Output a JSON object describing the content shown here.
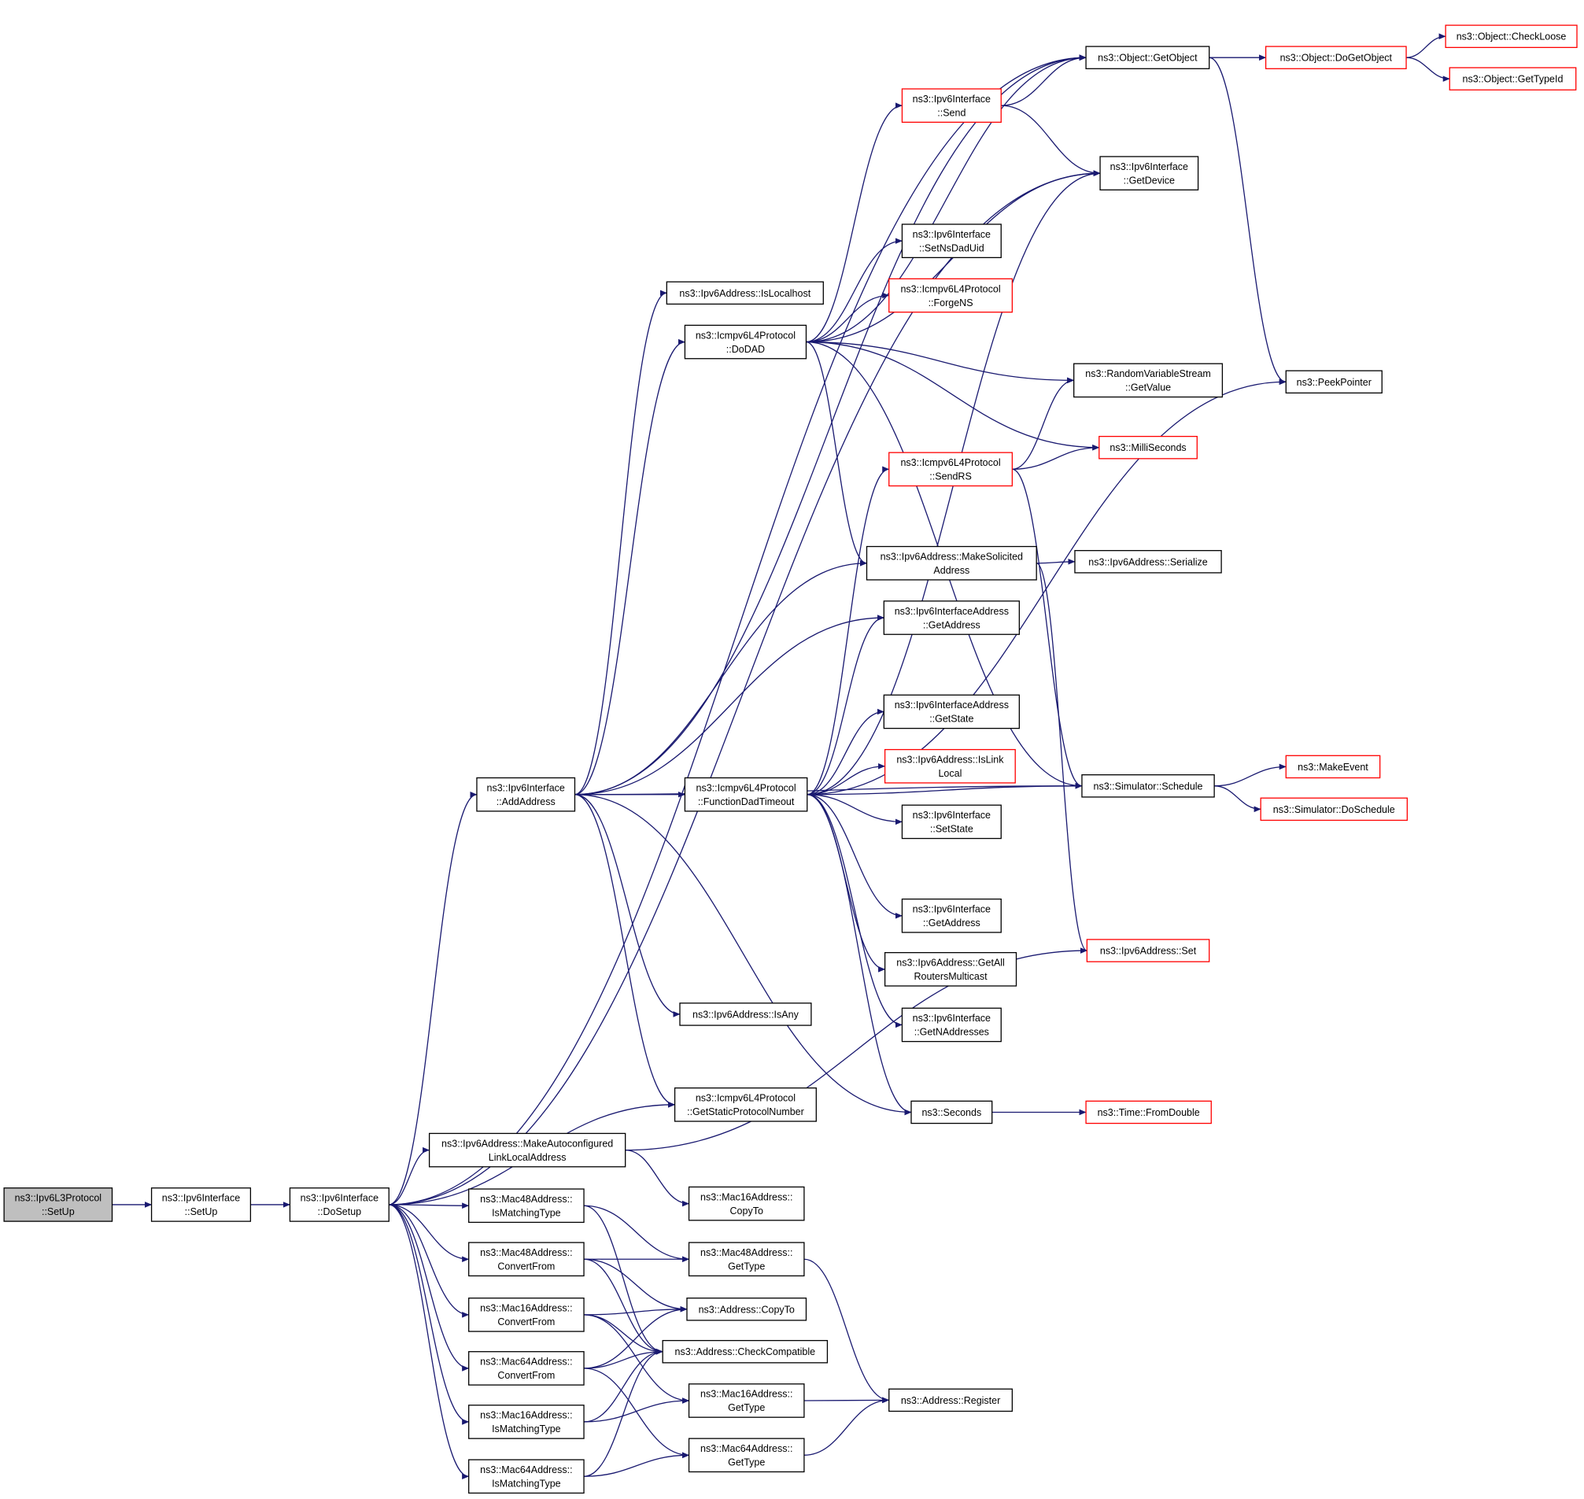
{
  "colors": {
    "edge": "#191970",
    "border_normal": "#000000",
    "border_truncated": "#ff0000",
    "fill_root": "#bfbfbf",
    "fill_normal": "#ffffff"
  },
  "nodes": [
    {
      "id": "l3setup",
      "lines": [
        "ns3::Ipv6L3Protocol",
        "::SetUp"
      ],
      "kind": "root"
    },
    {
      "id": "setup",
      "lines": [
        "ns3::Ipv6Interface",
        "::SetUp"
      ],
      "kind": "normal"
    },
    {
      "id": "dosetup",
      "lines": [
        "ns3::Ipv6Interface",
        "::DoSetup"
      ],
      "kind": "normal"
    },
    {
      "id": "addaddress",
      "lines": [
        "ns3::Ipv6Interface",
        "::AddAddress"
      ],
      "kind": "normal"
    },
    {
      "id": "islocalhost",
      "lines": [
        "ns3::Ipv6Address::IsLocalhost"
      ],
      "kind": "normal"
    },
    {
      "id": "dodad",
      "lines": [
        "ns3::Icmpv6L4Protocol",
        "::DoDAD"
      ],
      "kind": "normal"
    },
    {
      "id": "getobject",
      "lines": [
        "ns3::Object::GetObject"
      ],
      "kind": "normal"
    },
    {
      "id": "dogetobject",
      "lines": [
        "ns3::Object::DoGetObject"
      ],
      "kind": "truncated"
    },
    {
      "id": "checkloose",
      "lines": [
        "ns3::Object::CheckLoose"
      ],
      "kind": "truncated"
    },
    {
      "id": "gettypeid",
      "lines": [
        "ns3::Object::GetTypeId"
      ],
      "kind": "truncated"
    },
    {
      "id": "send",
      "lines": [
        "ns3::Ipv6Interface",
        "::Send"
      ],
      "kind": "truncated"
    },
    {
      "id": "getdevice",
      "lines": [
        "ns3::Ipv6Interface",
        "::GetDevice"
      ],
      "kind": "normal"
    },
    {
      "id": "setnsdaduid",
      "lines": [
        "ns3::Ipv6Interface",
        "::SetNsDadUid"
      ],
      "kind": "normal"
    },
    {
      "id": "forgens",
      "lines": [
        "ns3::Icmpv6L4Protocol",
        "::ForgeNS"
      ],
      "kind": "truncated"
    },
    {
      "id": "rvsgetvalue",
      "lines": [
        "ns3::RandomVariableStream",
        "::GetValue"
      ],
      "kind": "normal"
    },
    {
      "id": "peekpointer",
      "lines": [
        "ns3::PeekPointer"
      ],
      "kind": "normal"
    },
    {
      "id": "milliseconds",
      "lines": [
        "ns3::MilliSeconds"
      ],
      "kind": "truncated"
    },
    {
      "id": "sendrs",
      "lines": [
        "ns3::Icmpv6L4Protocol",
        "::SendRS"
      ],
      "kind": "truncated"
    },
    {
      "id": "makesolicited",
      "lines": [
        "ns3::Ipv6Address::MakeSolicited",
        "Address"
      ],
      "kind": "normal"
    },
    {
      "id": "serialize",
      "lines": [
        "ns3::Ipv6Address::Serialize"
      ],
      "kind": "normal"
    },
    {
      "id": "iaaddrgetaddress",
      "lines": [
        "ns3::Ipv6InterfaceAddress",
        "::GetAddress"
      ],
      "kind": "normal"
    },
    {
      "id": "iaaddrgetstate",
      "lines": [
        "ns3::Ipv6InterfaceAddress",
        "::GetState"
      ],
      "kind": "normal"
    },
    {
      "id": "islinklocal",
      "lines": [
        "ns3::Ipv6Address::IsLink",
        "Local"
      ],
      "kind": "truncated"
    },
    {
      "id": "fdadtimeout",
      "lines": [
        "ns3::Icmpv6L4Protocol",
        "::FunctionDadTimeout"
      ],
      "kind": "normal"
    },
    {
      "id": "schedule",
      "lines": [
        "ns3::Simulator::Schedule"
      ],
      "kind": "normal"
    },
    {
      "id": "makeevent",
      "lines": [
        "ns3::MakeEvent"
      ],
      "kind": "truncated"
    },
    {
      "id": "doschedule",
      "lines": [
        "ns3::Simulator::DoSchedule"
      ],
      "kind": "truncated"
    },
    {
      "id": "setstate",
      "lines": [
        "ns3::Ipv6Interface",
        "::SetState"
      ],
      "kind": "normal"
    },
    {
      "id": "ifgetaddress",
      "lines": [
        "ns3::Ipv6Interface",
        "::GetAddress"
      ],
      "kind": "normal"
    },
    {
      "id": "getallrouters",
      "lines": [
        "ns3::Ipv6Address::GetAll",
        "RoutersMulticast"
      ],
      "kind": "normal"
    },
    {
      "id": "ipv6set",
      "lines": [
        "ns3::Ipv6Address::Set"
      ],
      "kind": "truncated"
    },
    {
      "id": "isany",
      "lines": [
        "ns3::Ipv6Address::IsAny"
      ],
      "kind": "normal"
    },
    {
      "id": "getnaddresses",
      "lines": [
        "ns3::Ipv6Interface",
        "::GetNAddresses"
      ],
      "kind": "normal"
    },
    {
      "id": "getstaticproto",
      "lines": [
        "ns3::Icmpv6L4Protocol",
        "::GetStaticProtocolNumber"
      ],
      "kind": "normal"
    },
    {
      "id": "seconds",
      "lines": [
        "ns3::Seconds"
      ],
      "kind": "normal"
    },
    {
      "id": "fromdouble",
      "lines": [
        "ns3::Time::FromDouble"
      ],
      "kind": "truncated"
    },
    {
      "id": "makeautoll",
      "lines": [
        "ns3::Ipv6Address::MakeAutoconfigured",
        "LinkLocalAddress"
      ],
      "kind": "normal"
    },
    {
      "id": "m16copyto",
      "lines": [
        "ns3::Mac16Address::",
        "CopyTo"
      ],
      "kind": "normal"
    },
    {
      "id": "m48ismatching",
      "lines": [
        "ns3::Mac48Address::",
        "IsMatchingType"
      ],
      "kind": "normal"
    },
    {
      "id": "m48gettype",
      "lines": [
        "ns3::Mac48Address::",
        "GetType"
      ],
      "kind": "normal"
    },
    {
      "id": "m48convert",
      "lines": [
        "ns3::Mac48Address::",
        "ConvertFrom"
      ],
      "kind": "normal"
    },
    {
      "id": "addrcopyto",
      "lines": [
        "ns3::Address::CopyTo"
      ],
      "kind": "normal"
    },
    {
      "id": "m16convert",
      "lines": [
        "ns3::Mac16Address::",
        "ConvertFrom"
      ],
      "kind": "normal"
    },
    {
      "id": "checkcompat",
      "lines": [
        "ns3::Address::CheckCompatible"
      ],
      "kind": "normal"
    },
    {
      "id": "m64convert",
      "lines": [
        "ns3::Mac64Address::",
        "ConvertFrom"
      ],
      "kind": "normal"
    },
    {
      "id": "m16gettype",
      "lines": [
        "ns3::Mac16Address::",
        "GetType"
      ],
      "kind": "normal"
    },
    {
      "id": "register",
      "lines": [
        "ns3::Address::Register"
      ],
      "kind": "normal"
    },
    {
      "id": "m16ismatching",
      "lines": [
        "ns3::Mac16Address::",
        "IsMatchingType"
      ],
      "kind": "normal"
    },
    {
      "id": "m64gettype",
      "lines": [
        "ns3::Mac64Address::",
        "GetType"
      ],
      "kind": "normal"
    },
    {
      "id": "m64ismatching",
      "lines": [
        "ns3::Mac64Address::",
        "IsMatchingType"
      ],
      "kind": "normal"
    }
  ],
  "edges": [
    [
      "l3setup",
      "setup"
    ],
    [
      "setup",
      "dosetup"
    ],
    [
      "dosetup",
      "addaddress"
    ],
    [
      "dosetup",
      "getobject"
    ],
    [
      "dosetup",
      "getdevice"
    ],
    [
      "dosetup",
      "getstaticproto"
    ],
    [
      "dosetup",
      "makeautoll"
    ],
    [
      "dosetup",
      "m48ismatching"
    ],
    [
      "dosetup",
      "m48convert"
    ],
    [
      "dosetup",
      "m16convert"
    ],
    [
      "dosetup",
      "m64convert"
    ],
    [
      "dosetup",
      "m16ismatching"
    ],
    [
      "dosetup",
      "m64ismatching"
    ],
    [
      "addaddress",
      "getobject"
    ],
    [
      "addaddress",
      "islocalhost"
    ],
    [
      "addaddress",
      "dodad"
    ],
    [
      "addaddress",
      "makesolicited"
    ],
    [
      "addaddress",
      "iaaddrgetaddress"
    ],
    [
      "addaddress",
      "fdadtimeout"
    ],
    [
      "addaddress",
      "schedule"
    ],
    [
      "addaddress",
      "isany"
    ],
    [
      "addaddress",
      "getstaticproto"
    ],
    [
      "addaddress",
      "seconds"
    ],
    [
      "dodad",
      "getobject"
    ],
    [
      "dodad",
      "send"
    ],
    [
      "dodad",
      "getdevice"
    ],
    [
      "dodad",
      "setnsdaduid"
    ],
    [
      "dodad",
      "forgens"
    ],
    [
      "dodad",
      "rvsgetvalue"
    ],
    [
      "dodad",
      "milliseconds"
    ],
    [
      "dodad",
      "makesolicited"
    ],
    [
      "dodad",
      "schedule"
    ],
    [
      "getobject",
      "dogetobject"
    ],
    [
      "getobject",
      "peekpointer"
    ],
    [
      "dogetobject",
      "checkloose"
    ],
    [
      "dogetobject",
      "gettypeid"
    ],
    [
      "send",
      "getobject"
    ],
    [
      "send",
      "getdevice"
    ],
    [
      "sendrs",
      "rvsgetvalue"
    ],
    [
      "sendrs",
      "milliseconds"
    ],
    [
      "sendrs",
      "schedule"
    ],
    [
      "makesolicited",
      "serialize"
    ],
    [
      "makesolicited",
      "ipv6set"
    ],
    [
      "fdadtimeout",
      "getdevice"
    ],
    [
      "fdadtimeout",
      "sendrs"
    ],
    [
      "fdadtimeout",
      "iaaddrgetaddress"
    ],
    [
      "fdadtimeout",
      "peekpointer"
    ],
    [
      "fdadtimeout",
      "iaaddrgetstate"
    ],
    [
      "fdadtimeout",
      "islinklocal"
    ],
    [
      "fdadtimeout",
      "setstate"
    ],
    [
      "fdadtimeout",
      "schedule"
    ],
    [
      "fdadtimeout",
      "ifgetaddress"
    ],
    [
      "fdadtimeout",
      "getallrouters"
    ],
    [
      "fdadtimeout",
      "getnaddresses"
    ],
    [
      "fdadtimeout",
      "seconds"
    ],
    [
      "schedule",
      "makeevent"
    ],
    [
      "schedule",
      "doschedule"
    ],
    [
      "seconds",
      "fromdouble"
    ],
    [
      "makeautoll",
      "ipv6set"
    ],
    [
      "makeautoll",
      "m16copyto"
    ],
    [
      "m48ismatching",
      "m48gettype"
    ],
    [
      "m48ismatching",
      "checkcompat"
    ],
    [
      "m48convert",
      "m48gettype"
    ],
    [
      "m48convert",
      "addrcopyto"
    ],
    [
      "m48convert",
      "checkcompat"
    ],
    [
      "m16convert",
      "addrcopyto"
    ],
    [
      "m16convert",
      "checkcompat"
    ],
    [
      "m16convert",
      "m16gettype"
    ],
    [
      "m64convert",
      "addrcopyto"
    ],
    [
      "m64convert",
      "checkcompat"
    ],
    [
      "m64convert",
      "m64gettype"
    ],
    [
      "m16ismatching",
      "checkcompat"
    ],
    [
      "m16ismatching",
      "m16gettype"
    ],
    [
      "m64ismatching",
      "checkcompat"
    ],
    [
      "m64ismatching",
      "m64gettype"
    ],
    [
      "m48gettype",
      "register"
    ],
    [
      "m16gettype",
      "register"
    ],
    [
      "m64gettype",
      "register"
    ]
  ]
}
